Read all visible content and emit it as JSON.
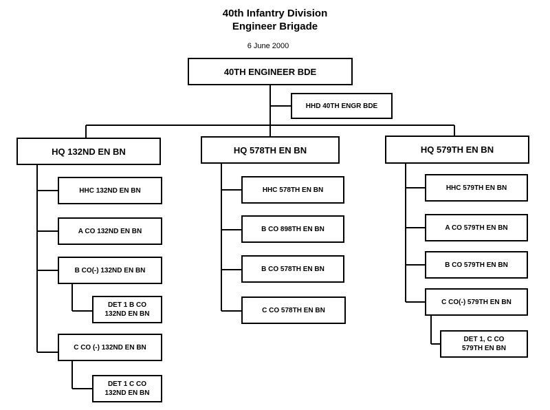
{
  "header": {
    "title_line1": "40th Infantry Division",
    "title_line2": "Engineer Brigade",
    "date": "6 June 2000"
  },
  "brigade": {
    "label": "40TH ENGINEER BDE",
    "hhd": "HHD 40TH ENGR BDE"
  },
  "battalions": [
    {
      "hq": "HQ 132ND EN BN",
      "units": [
        "HHC 132ND EN BN",
        "A CO 132ND EN BN",
        "B CO(-) 132ND EN BN",
        "DET 1 B CO\n132ND EN BN",
        "C CO (-) 132ND EN BN",
        "DET 1  C CO\n132ND EN BN"
      ]
    },
    {
      "hq": "HQ 578TH EN BN",
      "units": [
        "HHC 578TH EN BN",
        "B CO 898TH EN BN",
        "B CO 578TH EN BN",
        "C CO 578TH EN BN"
      ]
    },
    {
      "hq": "HQ 579TH EN BN",
      "units": [
        "HHC 579TH EN BN",
        "A CO 579TH EN BN",
        "B CO 579TH EN BN",
        "C CO(-) 579TH EN BN",
        "DET 1, C CO\n579TH EN BN"
      ]
    }
  ]
}
